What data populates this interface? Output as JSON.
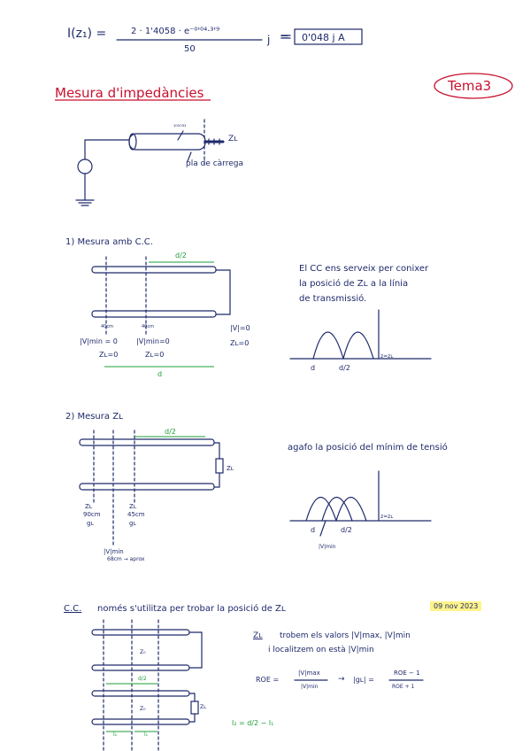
{
  "formula_top": {
    "lhs": "I(z₁) =",
    "numerator": "2 · 1'4058 · e⁻⁰'⁰⁴·³'⁹",
    "denominator": "50",
    "j": "j",
    "equals": "=",
    "result": "0'048 j A"
  },
  "section_title": "Mesura d'impedàncies",
  "tema_badge": "Tema3",
  "diagram1": {
    "line_label": "¹⁰¹⁰³¹",
    "load": "Zʟ",
    "plane": "pla de càrrega"
  },
  "part1": {
    "heading": "1)  Mesura  amb C.C.",
    "d_half": "d/2",
    "note": [
      "El CC ens serveix per conixer",
      "la posició de Zʟ a la línia",
      "de transmissió."
    ],
    "pos1": "40cm",
    "pos2": "40cm",
    "vmin1": "|V|min = 0",
    "vmin2": "|V|min=0",
    "v0": "|V|=0",
    "zl1": "Zʟ=0",
    "zl2": "Zʟ=0",
    "zl3": "Zʟ=0",
    "d": "d",
    "graph_x1": "d",
    "graph_x2": "d/2",
    "graph_label": "z=zʟ"
  },
  "part2": {
    "heading": "2)  Mesura  Zʟ",
    "d_half": "d/2",
    "note": "agafo la posició del mínim de tensió",
    "zl_load": "Zʟ",
    "zl_a": "Zʟ",
    "pos_a": "90cm",
    "gl_a": "gʟ",
    "zl_b": "Zʟ",
    "pos_b": "45cm",
    "gl_b": "gʟ",
    "vmin": "|V|min",
    "approx": "68cm → aprox",
    "graph_x1": "d",
    "graph_x2": "d/2",
    "graph_label": "z=zʟ",
    "graph_vmin": "|V|min"
  },
  "part3": {
    "heading_cc": "C.C.",
    "heading_rest": "només  s'utilitza  per trobar  la posició de Zʟ",
    "date": "09 nov 2023",
    "note_line1_zl": "Zʟ",
    "note_line1": "trobem els valors |V|max, |V|min",
    "note_line2": "i localitzem on està |V|min",
    "roe": "ROE =",
    "roe_num": "|V|max",
    "roe_den": "|V|min",
    "arrow": "→",
    "gl": "|gʟ| =",
    "gl_num": "ROE − 1",
    "gl_den": "ROE + 1",
    "z0a": "Z₀",
    "z0b": "Z₀",
    "d_half": "d/2",
    "zl": "Zʟ",
    "l2": "l₂",
    "l1": "l₁",
    "l_eq": "l₂ = d/2 − l₁"
  },
  "colors": {
    "ink": "#1f2a6b",
    "red": "#c8102e",
    "green": "#1e9e3a",
    "highlight": "#fff38a"
  }
}
